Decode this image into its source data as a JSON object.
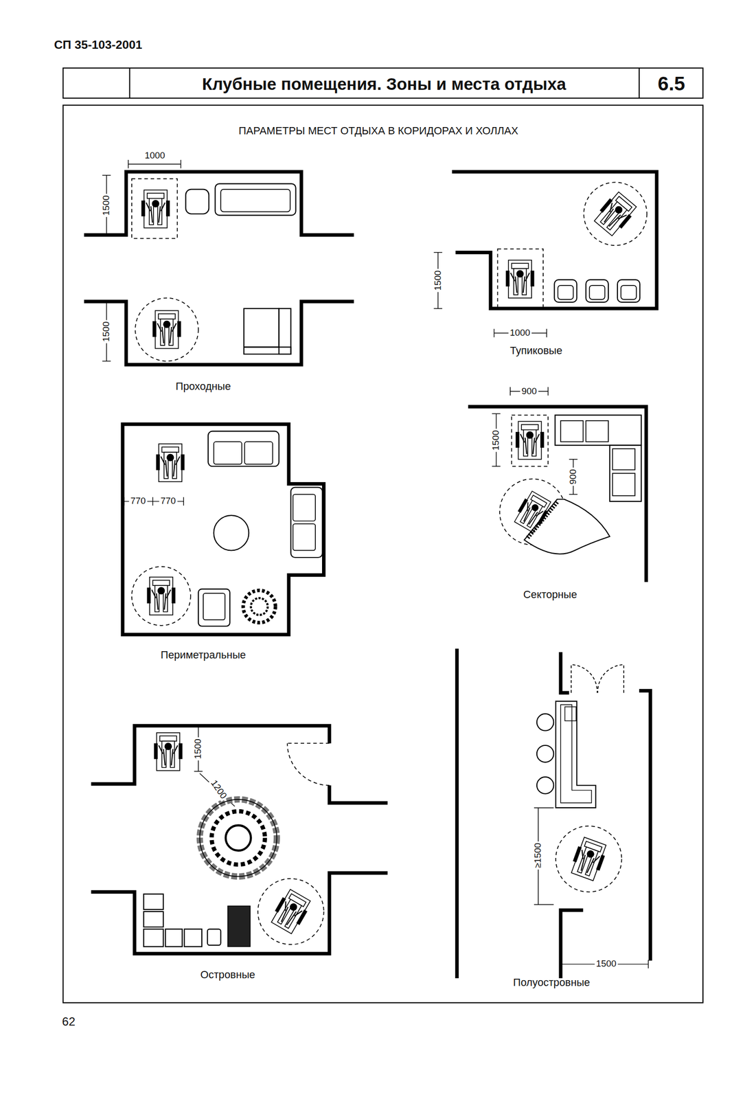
{
  "diagram": {
    "title": "Клубные помещения. Зоны и места отдыха",
    "labels": [
      "СП 35-103-2001",
      "6.5",
      "ПАРАМЕТРЫ МЕСТ ОТДЫХА В КОРИДОРАХ И ХОЛЛАХ",
      "1000",
      "1500",
      "1500",
      "Проходные",
      "1500",
      "1000",
      "Тупиковые",
      "900",
      "1500",
      "900",
      "Секторные",
      "770",
      "770",
      "Периметральные",
      "1500",
      "1200",
      "Островные",
      "≥1500",
      "1500",
      "Полуостровные",
      "62"
    ]
  }
}
